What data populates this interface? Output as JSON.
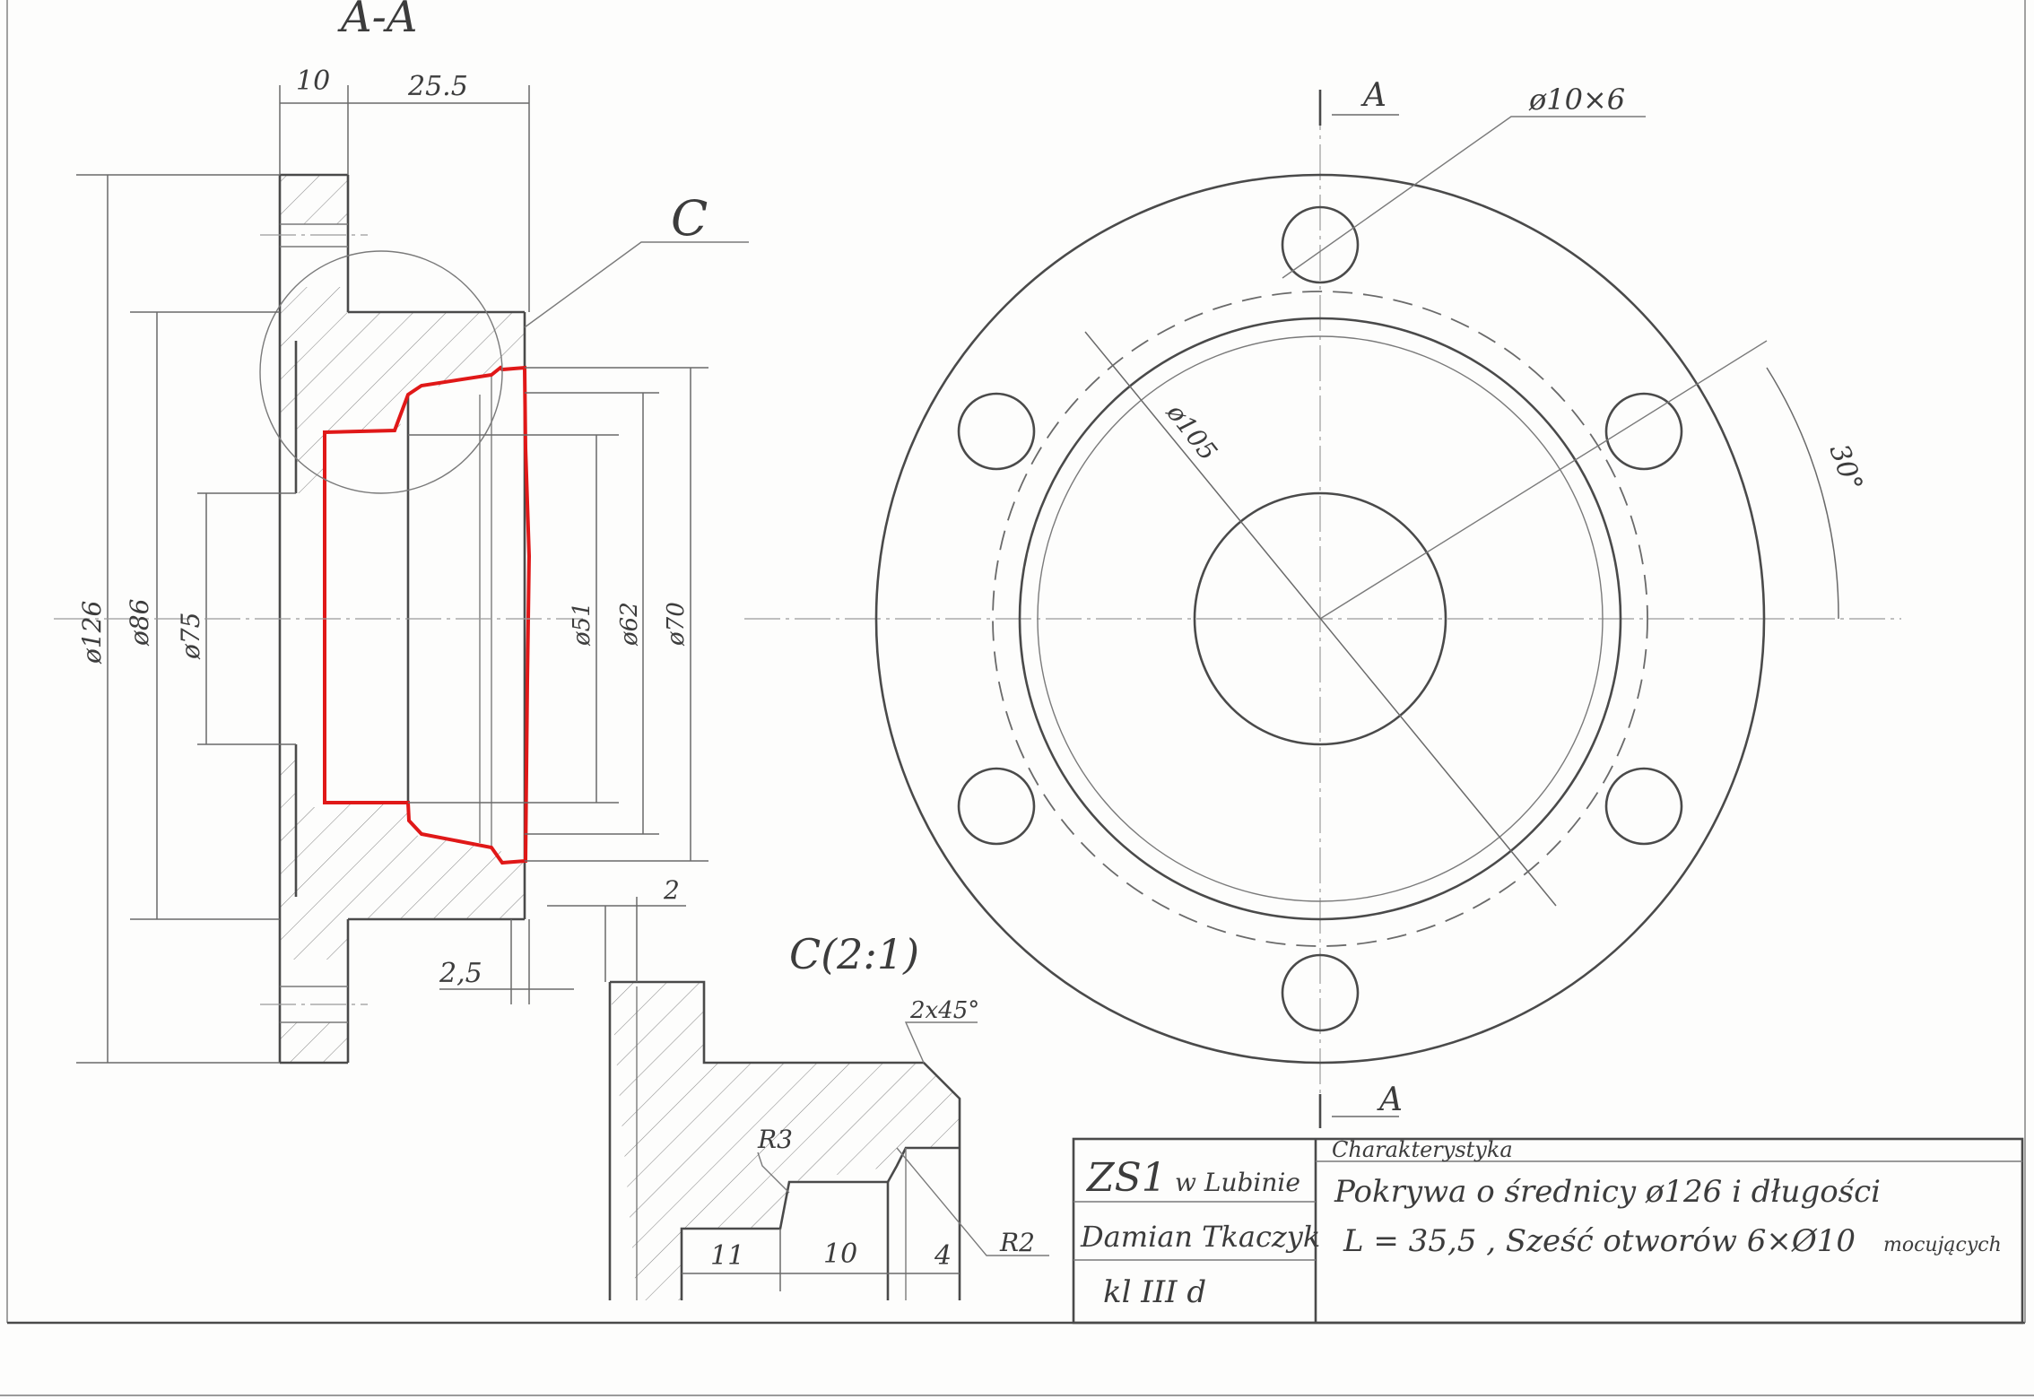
{
  "section_view": {
    "title": "A-A",
    "dims": {
      "flange_width": "10",
      "hub_length": "25.5",
      "d126": "ø126",
      "d86": "ø86",
      "d75": "ø75",
      "d51": "ø51",
      "d62": "ø62",
      "d70": "ø70",
      "chamfer": "2,5",
      "step": "2"
    },
    "detail_marker": "C"
  },
  "front_view": {
    "section_mark_top": "A",
    "section_mark_bottom": "A",
    "holes_callout": "ø10×6",
    "pcd": "ø105",
    "angle": "30°"
  },
  "detail_view": {
    "title": "C(2:1)",
    "chamfer": "2x45°",
    "r3": "R3",
    "r2": "R2",
    "d11": "11",
    "d10": "10",
    "d4": "4"
  },
  "title_block": {
    "school": "ZS1",
    "school_place": "w Lubinie",
    "author": "Damian Tkaczyk",
    "class": "kl III d",
    "header": "Charakterystyka",
    "line1": "Pokrywa o średnicy ø126 i długości",
    "line2": "L = 35,5 , Sześć otworów 6×Ø10",
    "line2_faint": "mocujących"
  },
  "colors": {
    "pencil": "#4a4a4a",
    "highlight": "#e01818"
  }
}
